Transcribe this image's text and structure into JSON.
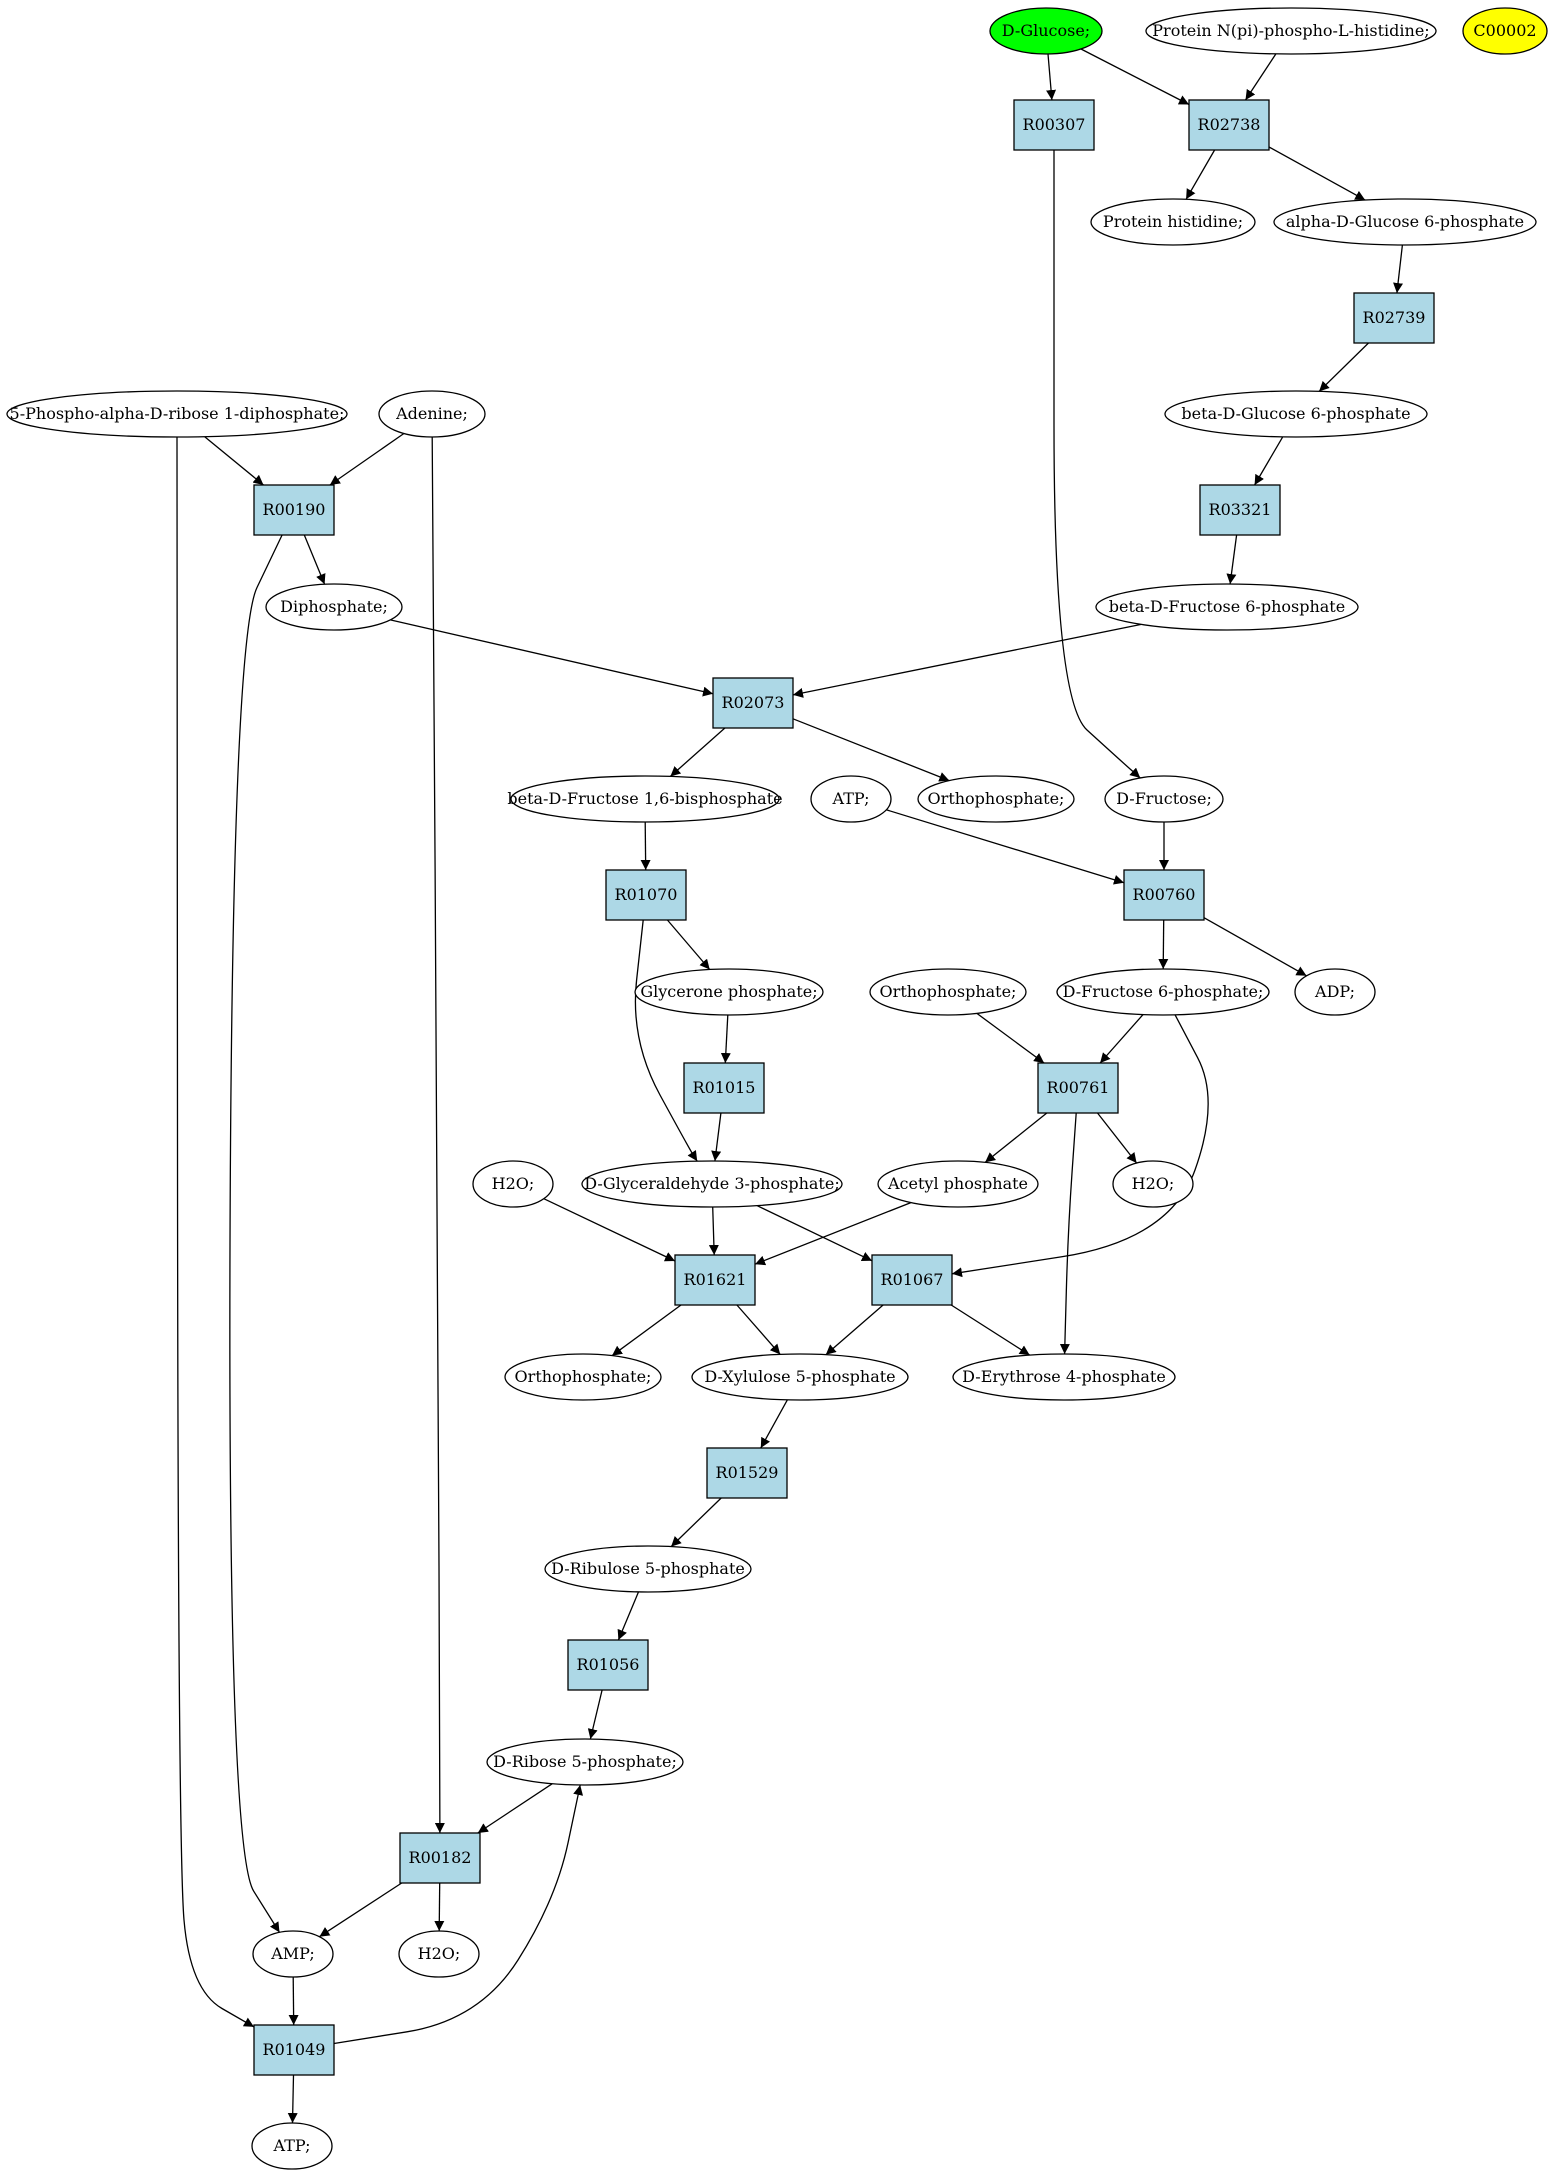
{
  "colors": {
    "reaction_fill": "#add8e6",
    "metabolite_fill": "#ffffff",
    "source_highlight": "#00ff00",
    "target_highlight": "#ffff00"
  },
  "metabolites": {
    "glc": {
      "label": "D-Glucose;",
      "highlight": "source"
    },
    "pnph": {
      "label": "Protein N(pi)-phospho-L-histidine;"
    },
    "c00002": {
      "label": "C00002",
      "highlight": "target"
    },
    "phis": {
      "label": "Protein histidine;"
    },
    "ag6p": {
      "label": "alpha-D-Glucose 6-phosphate"
    },
    "prpp": {
      "label": "5-Phospho-alpha-D-ribose 1-diphosphate;"
    },
    "ade": {
      "label": "Adenine;"
    },
    "bg6p": {
      "label": "beta-D-Glucose 6-phosphate"
    },
    "dip": {
      "label": "Diphosphate;"
    },
    "bf6p": {
      "label": "beta-D-Fructose 6-phosphate"
    },
    "fbp": {
      "label": "beta-D-Fructose 1,6-bisphosphate"
    },
    "atp1": {
      "label": "ATP;"
    },
    "pi1": {
      "label": "Orthophosphate;"
    },
    "fru": {
      "label": "D-Fructose;"
    },
    "dhap": {
      "label": "Glycerone phosphate;"
    },
    "pi2": {
      "label": "Orthophosphate;"
    },
    "f6p": {
      "label": "D-Fructose 6-phosphate;"
    },
    "adp": {
      "label": "ADP;"
    },
    "h2o1": {
      "label": "H2O;"
    },
    "g3p": {
      "label": "D-Glyceraldehyde 3-phosphate;"
    },
    "acp": {
      "label": "Acetyl phosphate"
    },
    "h2o2": {
      "label": "H2O;"
    },
    "pi3": {
      "label": "Orthophosphate;"
    },
    "x5p": {
      "label": "D-Xylulose 5-phosphate"
    },
    "e4p": {
      "label": "D-Erythrose 4-phosphate"
    },
    "ru5p": {
      "label": "D-Ribulose 5-phosphate"
    },
    "r5p": {
      "label": "D-Ribose 5-phosphate;"
    },
    "amp": {
      "label": "AMP;"
    },
    "h2o3": {
      "label": "H2O;"
    },
    "atp2": {
      "label": "ATP;"
    }
  },
  "reactions": {
    "R00307": {
      "label": "R00307"
    },
    "R02738": {
      "label": "R02738"
    },
    "R02739": {
      "label": "R02739"
    },
    "R00190": {
      "label": "R00190"
    },
    "R03321": {
      "label": "R03321"
    },
    "R02073": {
      "label": "R02073"
    },
    "R01070": {
      "label": "R01070"
    },
    "R00760": {
      "label": "R00760"
    },
    "R01015": {
      "label": "R01015"
    },
    "R00761": {
      "label": "R00761"
    },
    "R01621": {
      "label": "R01621"
    },
    "R01067": {
      "label": "R01067"
    },
    "R01529": {
      "label": "R01529"
    },
    "R01056": {
      "label": "R01056"
    },
    "R00182": {
      "label": "R00182"
    },
    "R01049": {
      "label": "R01049"
    }
  },
  "edges": [
    [
      "glc",
      "R00307"
    ],
    [
      "glc",
      "R02738"
    ],
    [
      "pnph",
      "R02738"
    ],
    [
      "R02738",
      "phis"
    ],
    [
      "R02738",
      "ag6p"
    ],
    [
      "ag6p",
      "R02739"
    ],
    [
      "R02739",
      "bg6p"
    ],
    [
      "bg6p",
      "R03321"
    ],
    [
      "R03321",
      "bf6p"
    ],
    [
      "prpp",
      "R00190"
    ],
    [
      "ade",
      "R00190"
    ],
    [
      "R00190",
      "dip"
    ],
    [
      "dip",
      "R02073"
    ],
    [
      "bf6p",
      "R02073"
    ],
    [
      "R02073",
      "fbp"
    ],
    [
      "R02073",
      "pi1"
    ],
    [
      "R00307",
      "fru"
    ],
    [
      "fbp",
      "R01070"
    ],
    [
      "fru",
      "R00760"
    ],
    [
      "atp1",
      "R00760"
    ],
    [
      "R00760",
      "f6p"
    ],
    [
      "R00760",
      "adp"
    ],
    [
      "R01070",
      "dhap"
    ],
    [
      "R01070",
      "g3p"
    ],
    [
      "dhap",
      "R01015"
    ],
    [
      "R01015",
      "g3p"
    ],
    [
      "pi2",
      "R00761"
    ],
    [
      "f6p",
      "R00761"
    ],
    [
      "R00761",
      "acp"
    ],
    [
      "R00761",
      "h2o2"
    ],
    [
      "R00761",
      "e4p"
    ],
    [
      "f6p",
      "R01067"
    ],
    [
      "h2o1",
      "R01621"
    ],
    [
      "g3p",
      "R01621"
    ],
    [
      "acp",
      "R01621"
    ],
    [
      "g3p",
      "R01067"
    ],
    [
      "R01621",
      "pi3"
    ],
    [
      "R01621",
      "x5p"
    ],
    [
      "R01067",
      "x5p"
    ],
    [
      "R01067",
      "e4p"
    ],
    [
      "x5p",
      "R01529"
    ],
    [
      "R01529",
      "ru5p"
    ],
    [
      "ru5p",
      "R01056"
    ],
    [
      "R01056",
      "r5p"
    ],
    [
      "r5p",
      "R00182"
    ],
    [
      "ade",
      "R00182"
    ],
    [
      "R00182",
      "amp"
    ],
    [
      "R00182",
      "h2o3"
    ],
    [
      "R00190",
      "amp"
    ],
    [
      "prpp",
      "R01049"
    ],
    [
      "amp",
      "R01049"
    ],
    [
      "R01049",
      "r5p"
    ],
    [
      "R01049",
      "atp2"
    ]
  ]
}
